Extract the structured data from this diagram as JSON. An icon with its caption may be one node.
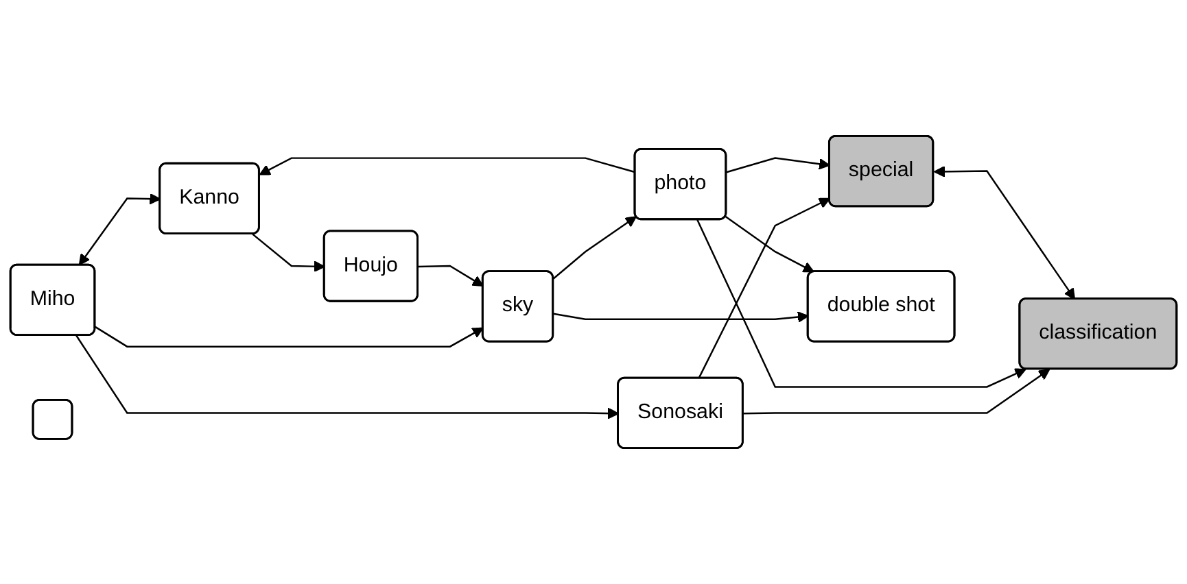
{
  "diagram": {
    "nodes": [
      {
        "text": [
          "Miho"
        ]
      },
      {
        "text": [
          "special"
        ]
      },
      {
        "text": [
          "Kanno"
        ]
      },
      {
        "text": [
          "Sonosaki"
        ]
      },
      {
        "text": [
          "sky"
        ]
      },
      {
        "text": [
          "photo"
        ]
      },
      {
        "text": [
          "classification"
        ]
      },
      {
        "text": [
          "Houjo"
        ]
      },
      {
        "text": [
          "double shot"
        ]
      },
      {
        "text": [],
        "shape": "box"
      }
    ],
    "edges": [
      {
        "from": 0,
        "to": 2,
        "arrow": "both"
      },
      {
        "from": 0,
        "to": 4,
        "arrow": "to"
      },
      {
        "from": 0,
        "to": 3,
        "arrow": "to"
      },
      {
        "from": 3,
        "to": 1,
        "arrow": "to"
      },
      {
        "from": 3,
        "to": 6,
        "arrow": "to"
      },
      {
        "from": 5,
        "to": 2,
        "arrow": "to"
      },
      {
        "from": 2,
        "to": 7,
        "arrow": "to"
      },
      {
        "from": 7,
        "to": 4,
        "arrow": "to"
      },
      {
        "from": 4,
        "to": 5,
        "arrow": "to"
      },
      {
        "from": 4,
        "to": 8,
        "arrow": "to"
      },
      {
        "from": 5,
        "to": 8,
        "arrow": "to"
      },
      {
        "from": 5,
        "to": 1,
        "arrow": "to"
      },
      {
        "from": 5,
        "to": 6,
        "arrow": "to"
      },
      {
        "from": 1,
        "to": 6,
        "arrow": "both"
      }
    ]
  }
}
